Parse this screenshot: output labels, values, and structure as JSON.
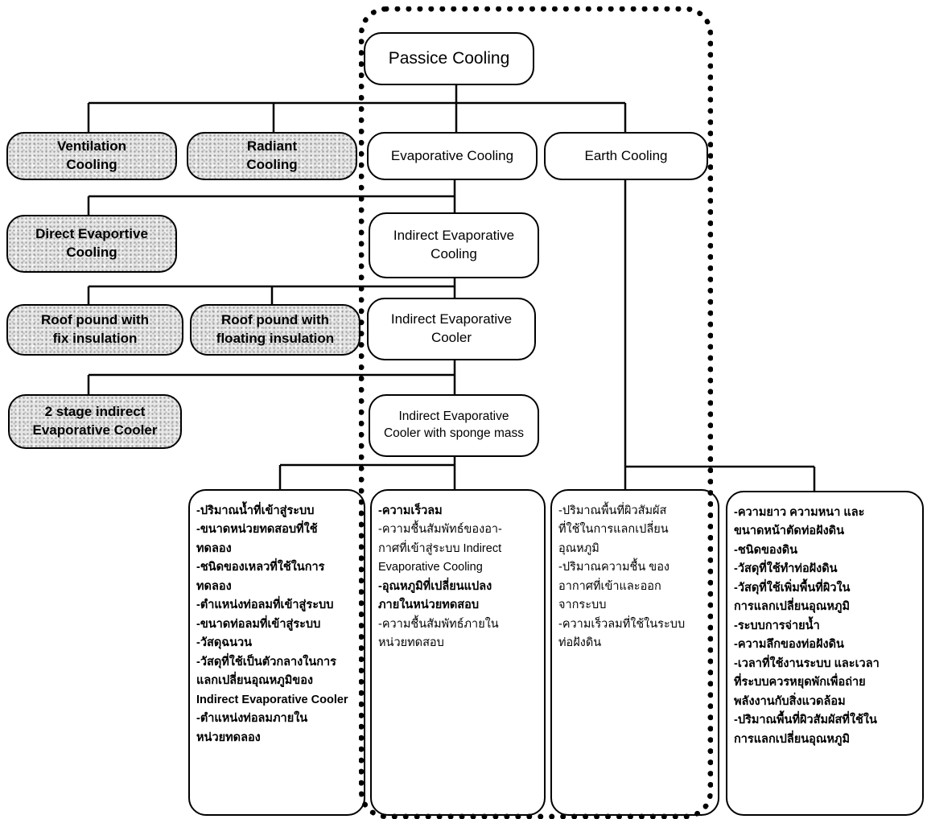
{
  "diagram": {
    "root": "Passice Cooling",
    "level1": {
      "ventilation": [
        "Ventilation",
        "Cooling"
      ],
      "radiant": [
        "Radiant",
        "Cooling"
      ],
      "evaporative": [
        "Evaporative Cooling"
      ],
      "earth": [
        "Earth Cooling"
      ]
    },
    "level2": {
      "direct_evap": [
        "Direct Evaportive",
        "Cooling"
      ],
      "indirect_evap": [
        "Indirect Evaporative",
        "Cooling"
      ]
    },
    "level3": {
      "roof_fix": [
        "Roof pound with",
        "fix insulation"
      ],
      "roof_float": [
        "Roof pound with",
        "floating insulation"
      ],
      "indirect_cooler": [
        "Indirect Evaporative",
        "Cooler"
      ]
    },
    "level4": {
      "two_stage": [
        "2 stage indirect",
        "Evaporative Cooler"
      ],
      "sponge": [
        "Indirect Evaporative",
        "Cooler with sponge mass"
      ]
    },
    "lists": {
      "sponge_params_a": [
        "-ปริมาณน้ำที่เข้าสู่ระบบ",
        "-ขนาดหน่วยทดสอบที่ใช้\nทดลอง",
        "-ชนิดของเหลวที่ใช้ในการ\nทดลอง",
        "-ตำแหน่งท่อลมที่เข้าสู่ระบบ",
        "-ขนาดท่อลมที่เข้าสู่ระบบ",
        "-วัสดุฉนวน",
        "-วัสดุที่ใช้เป็นตัวกลางในการ\nแลกเปลี่ยนอุณหภูมิของ\nIndirect Evaporative Cooler",
        "-ตำแหน่งท่อลมภายใน\nหน่วยทดลอง"
      ],
      "sponge_params_b": [
        "-ความเร็วลม",
        "-ความชื้นสัมพัทธ์ของอา-\nกาศที่เข้าสู่ระบบ Indirect\nEvaporative Cooling",
        "-อุณหภูมิที่เปลี่ยนแปลง\nภายในหน่วยทดสอบ",
        "-ความชื้นสัมพัทธ์ภายใน\nหน่วยทดสอบ"
      ],
      "earth_params_a": [
        "-ปริมาณพื้นที่ผิวสัมผัส\nที่ใช้ในการแลกเปลี่ยน\n อุณหภูมิ",
        "-ปริมาณความชื้น ของ\nอากาศที่เข้าและออก\nจากระบบ",
        "-ความเร็วลมที่ใช้ในระบบ\nท่อฝังดิน"
      ],
      "earth_params_b": [
        "-ความยาว ความหนา และ\nขนาดหน้าตัดท่อฝังดิน",
        "-ชนิดของดิน",
        "-วัสดุที่ใช้ทำท่อฝังดิน",
        "-วัสดุที่ใช้เพิ่มพื้นที่ผิวใน\nการแลกเปลี่ยนอุณหภูมิ",
        "-ระบบการจ่ายน้ำ",
        "-ความลึกของท่อฝังดิน",
        "-เวลาที่ใช้งานระบบ และเวลา\nที่ระบบควรหยุดพักเพื่อถ่าย\nพลังงานกับสิ่งแวดล้อม",
        "-ปริมาณพื้นที่ผิวสัมผัสที่ใช้ใน\nการแลกเปลี่ยนอุณหภูมิ"
      ]
    }
  }
}
